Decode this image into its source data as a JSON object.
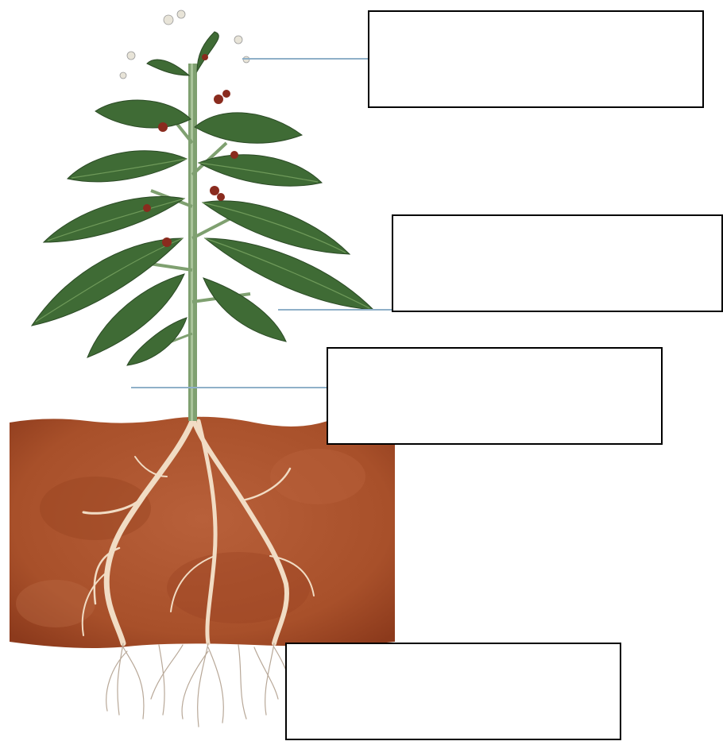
{
  "diagram": {
    "colors": {
      "soil": "#a8502a",
      "soil_dark": "#8c3a1c",
      "leaf": "#3f6b35",
      "leaf_light": "#6f9a5a",
      "stem": "#7fa070",
      "flower": "#8a2b1e",
      "root": "#f1dcc4",
      "leader_line": "#8fb0c8"
    },
    "label_boxes": [
      {
        "id": "box-1",
        "text": ""
      },
      {
        "id": "box-2",
        "text": ""
      },
      {
        "id": "box-3",
        "text": ""
      },
      {
        "id": "box-4",
        "text": ""
      }
    ]
  }
}
